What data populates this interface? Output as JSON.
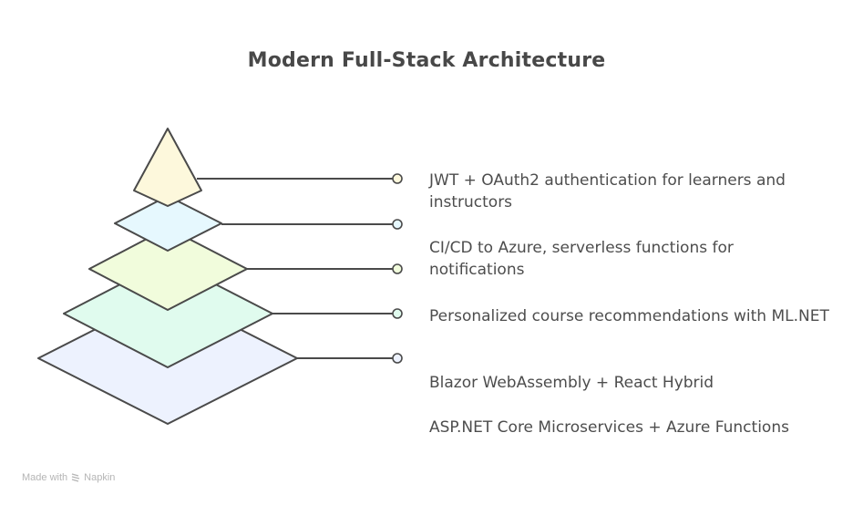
{
  "title": "Modern Full-Stack Architecture",
  "layers": [
    {
      "name": "security",
      "label": "JWT + OAuth2 authentication for learners and instructors",
      "fill": "#fdf8dc"
    },
    {
      "name": "devops",
      "label": "CI/CD to Azure, serverless functions for notifications",
      "fill": "#e6f8fe"
    },
    {
      "name": "ai",
      "label": "Personalized course recommendations with ML.NET",
      "fill": "#f1fcdc"
    },
    {
      "name": "frontend",
      "label": "Blazor WebAssembly + React Hybrid",
      "fill": "#e0fbee"
    },
    {
      "name": "backend",
      "label": "ASP.NET Core Microservices + Azure Functions",
      "fill": "#edf2fe"
    }
  ],
  "stroke_color": "#4a4a4a",
  "watermark": {
    "prefix": "Made with",
    "brand": "Napkin"
  }
}
